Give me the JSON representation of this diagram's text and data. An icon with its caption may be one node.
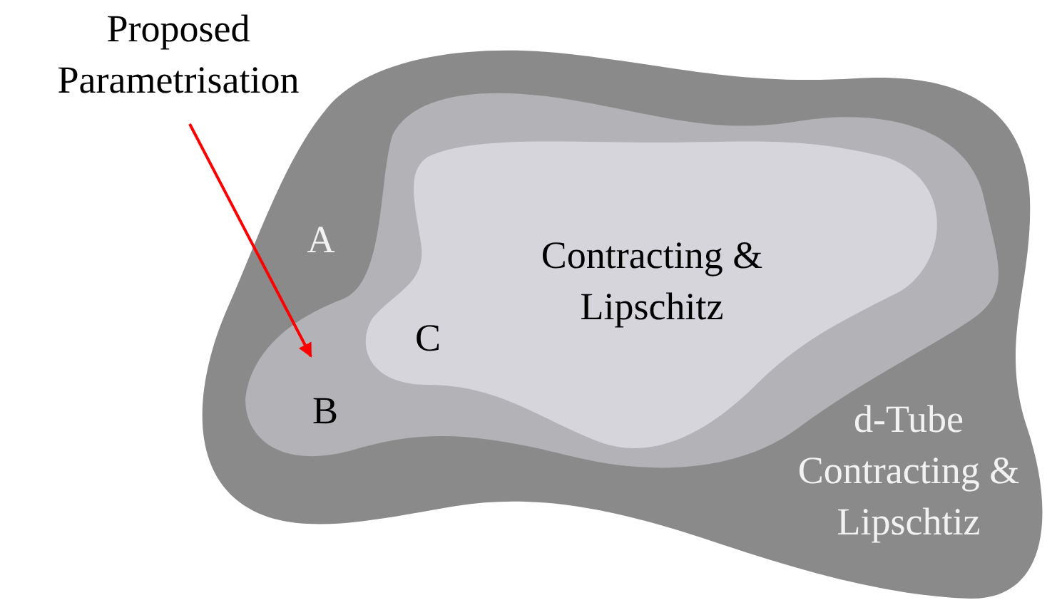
{
  "diagram": {
    "nodes": [
      {
        "text": [
          "Proposed Parametrisation"
        ]
      },
      {
        "text": [
          "A",
          "d-Tube Contracting & Lipschtiz"
        ]
      },
      {
        "text": [
          "B"
        ],
        "in": 1
      },
      {
        "text": [
          "C",
          "Contracting & Lipschitz"
        ],
        "in": 2
      }
    ],
    "edges": [
      {
        "from": 0,
        "to": 2,
        "arrow": "to",
        "color": "#ff0000"
      }
    ]
  }
}
